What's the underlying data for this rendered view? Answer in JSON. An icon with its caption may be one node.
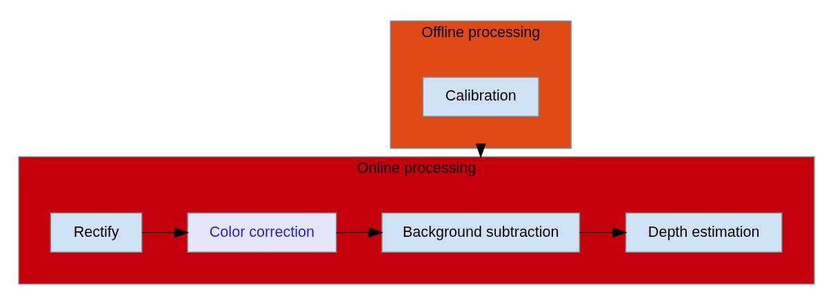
{
  "diagram": {
    "nodes": [
      {
        "text": [
          "Offline processing"
        ]
      },
      {
        "text": [
          "Calibration"
        ],
        "in": 0
      },
      {
        "text": [
          "Online processing"
        ]
      },
      {
        "text": [
          "Rectify"
        ],
        "in": 2
      },
      {
        "text": [
          "Color correction"
        ],
        "in": 2
      },
      {
        "text": [
          "Background subtraction"
        ],
        "in": 2
      },
      {
        "text": [
          "Depth estimation"
        ],
        "in": 2
      }
    ],
    "edges": [
      {
        "from": 0,
        "to": 2,
        "arrow": "to"
      },
      {
        "from": 3,
        "to": 4,
        "arrow": "to"
      },
      {
        "from": 4,
        "to": 5,
        "arrow": "to"
      },
      {
        "from": 5,
        "to": 6,
        "arrow": "to"
      }
    ]
  }
}
